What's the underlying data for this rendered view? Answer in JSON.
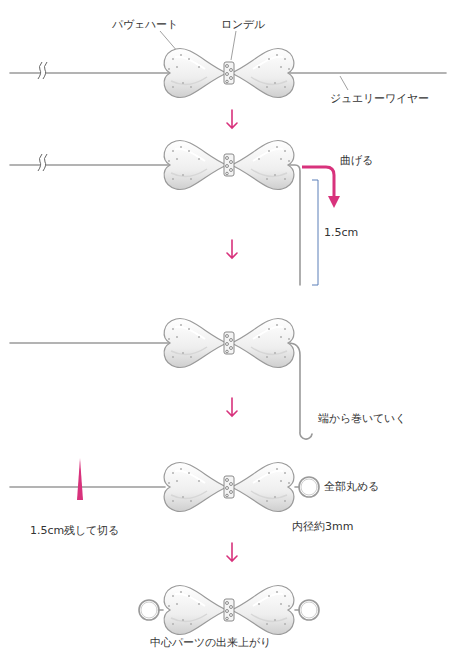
{
  "diagram": {
    "labels": [
      "パヴェハート",
      "ロンデル",
      "ジュエリーワイヤー",
      "曲げる",
      "1.5cm",
      "端から巻いていく",
      "全部丸める",
      "内径約3mm",
      "1.5cm残して切る",
      "中心パーツの出来上がり"
    ]
  }
}
